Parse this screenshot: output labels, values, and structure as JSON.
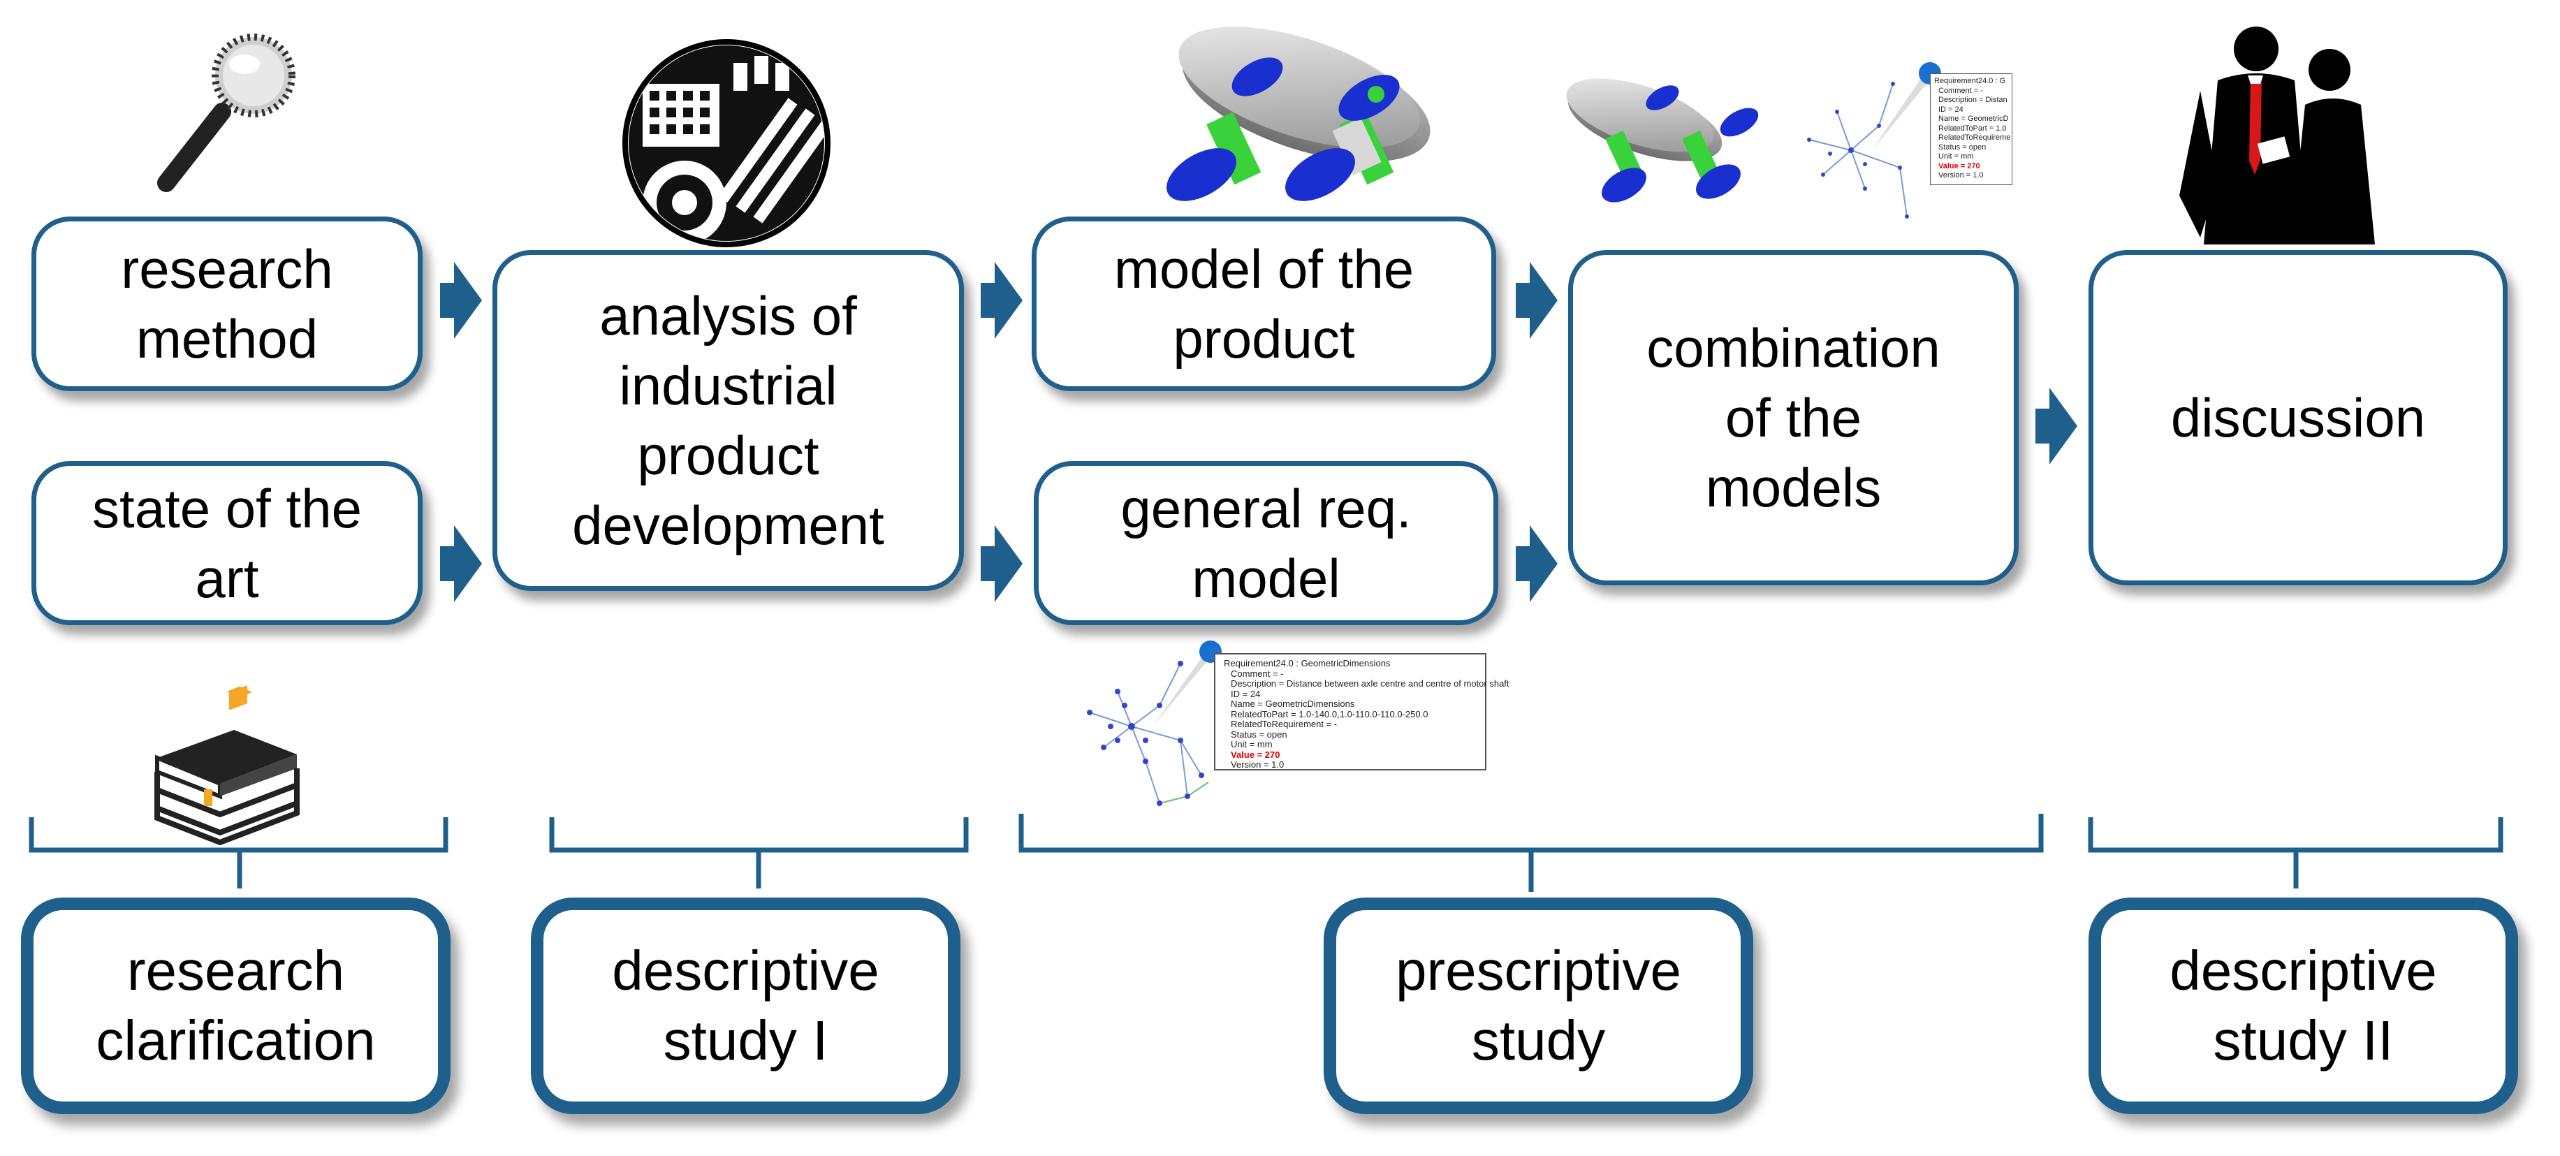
{
  "colors": {
    "accent": "#1f5f8b",
    "arrow": "#1f5f8b"
  },
  "process_boxes": {
    "research_method": "research\nmethod",
    "state_of_art": "state of the\nart",
    "analysis": "analysis of\nindustrial\nproduct\ndevelopment",
    "model_product": "model of the\nproduct",
    "general_req": "general req.\nmodel",
    "combination": "combination\nof the\nmodels",
    "discussion": "discussion"
  },
  "phases": {
    "research_clarification": "research\nclarification",
    "descriptive_1": "descriptive\nstudy I",
    "prescriptive": "prescriptive\nstudy",
    "descriptive_2": "descriptive\nstudy II"
  },
  "icons": {
    "magnifier": "magnifier-icon",
    "gears": "gears-icon",
    "books": "books-icon",
    "product_model": "shaft-assembly-icon",
    "graph": "requirement-graph-icon",
    "people": "business-people-icon"
  },
  "popup_large": {
    "lines": [
      "Requirement24.0 : GeometricDimensions",
      "Comment = -",
      "Description = Distance between axle centre and centre of motor shaft",
      "ID = 24",
      "Name = GeometricDimensions",
      "RelatedToPart = 1.0-140.0,1.0-110.0-110.0-250.0",
      "RelatedToRequirement = -",
      "Status = open",
      "Unit = mm"
    ],
    "value_line": "Value = 270",
    "version_line": "Version = 1.0"
  },
  "popup_small": {
    "lines": [
      "Requirement24.0 : G",
      "Comment = -",
      "Description = Distan",
      "ID = 24",
      "Name = GeometricD",
      "RelatedToPart = 1.0",
      "RelatedToRequireme",
      "Status = open",
      "Unit = mm"
    ],
    "value_line": "Value = 270",
    "version_line": "Version = 1.0"
  }
}
